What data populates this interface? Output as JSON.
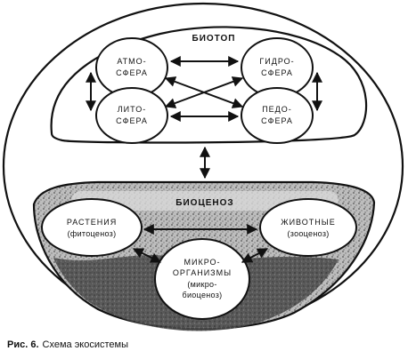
{
  "diagram": {
    "biotope": {
      "title": "БИОТОП",
      "nodes": [
        {
          "id": "atmo",
          "line1": "АТМО-",
          "line2": "СФЕРА"
        },
        {
          "id": "hydro",
          "line1": "ГИДРО-",
          "line2": "СФЕРА"
        },
        {
          "id": "litho",
          "line1": "ЛИТО-",
          "line2": "СФЕРА"
        },
        {
          "id": "pedo",
          "line1": "ПЕДО-",
          "line2": "СФЕРА"
        }
      ]
    },
    "biocenosis": {
      "title": "БИОЦЕНОЗ",
      "plants": {
        "line1": "РАСТЕНИЯ",
        "line2": "(фитоценоз)"
      },
      "animals": {
        "line1": "ЖИВОТНЫЕ",
        "line2": "(зооценоз)"
      },
      "micro": {
        "line1": "МИКРО-",
        "line2": "ОРГАНИЗМЫ",
        "line3": "(микро-",
        "line4": "биоценоз)"
      }
    }
  },
  "caption": {
    "label": "Рис. 6.",
    "text": "Схема экосистемы"
  }
}
